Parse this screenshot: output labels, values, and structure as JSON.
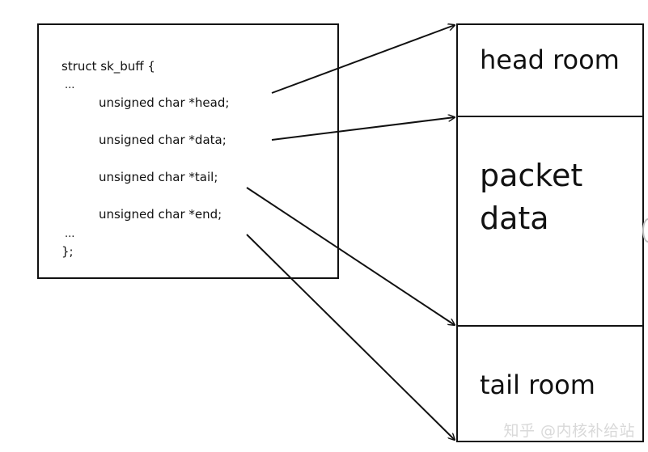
{
  "struct_code": {
    "lines": [
      "struct sk_buff {",
      "...",
      "unsigned char *head;",
      "unsigned char *data;",
      "unsigned char *tail;",
      "unsigned char *end;",
      "...",
      "};"
    ]
  },
  "buffer": {
    "head_room": "head room",
    "packet_data_line1": "packet",
    "packet_data_line2": "data",
    "tail_room": "tail room"
  },
  "watermark": "知乎 @内核补给站",
  "colors": {
    "ink": "#111111",
    "background": "#ffffff",
    "watermark": "#d9d9d9"
  }
}
